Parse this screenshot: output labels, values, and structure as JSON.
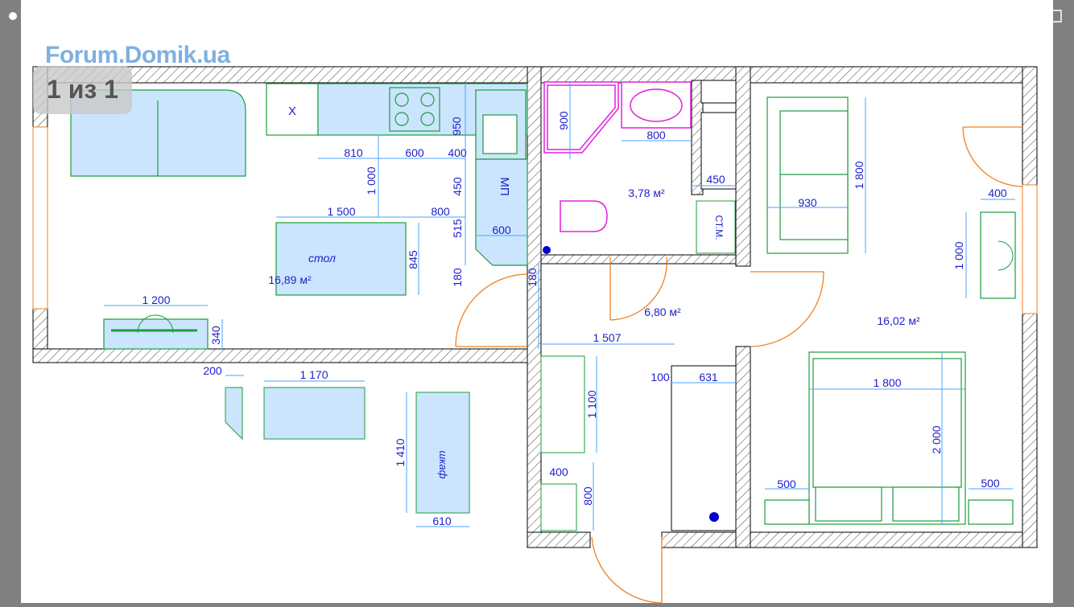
{
  "viewer": {
    "watermark": "Forum.Domik.ua",
    "page_counter": "1 из 1"
  },
  "plan": {
    "rooms": [
      {
        "area": "16,89 м²"
      },
      {
        "area": "3,78 м²"
      },
      {
        "area": "6,80 м²"
      },
      {
        "area": "16,02 м²"
      }
    ],
    "furniture_labels": {
      "table": "стол",
      "fridge_x": "Х",
      "dishwasher": "МП",
      "washing_machine": "СТ.М.",
      "wardrobe": "шкаф"
    },
    "dimensions": {
      "d810": "810",
      "d600a": "600",
      "d400a": "400",
      "d950": "950",
      "d1000a": "1 000",
      "d450a": "450",
      "d1500": "1 500",
      "d800a": "800",
      "d515": "515",
      "d600b": "600",
      "d845": "845",
      "d180a": "180",
      "d180b": "180",
      "d1200": "1 200",
      "d340": "340",
      "d200": "200",
      "d1170": "1 170",
      "d1410": "1 410",
      "d610": "610",
      "d900": "900",
      "d800b": "800",
      "d450b": "450",
      "d1507": "1 507",
      "d100": "100",
      "d631": "631",
      "d1100": "1 100",
      "d400b": "400",
      "d800c": "800",
      "d930": "930",
      "d1800a": "1 800",
      "d400c": "400",
      "d1000b": "1 000",
      "d1800b": "1 800",
      "d2000": "2 000",
      "d500a": "500",
      "d500b": "500"
    }
  },
  "colors": {
    "wall": "#000000",
    "furniture_fill": "#cce5ff",
    "furniture_stroke": "#1a9e3a",
    "dimension": "#1e1ecc",
    "dimension_line": "#4aa3ff",
    "sanitary": "#e020e0",
    "door": "#f08020"
  }
}
